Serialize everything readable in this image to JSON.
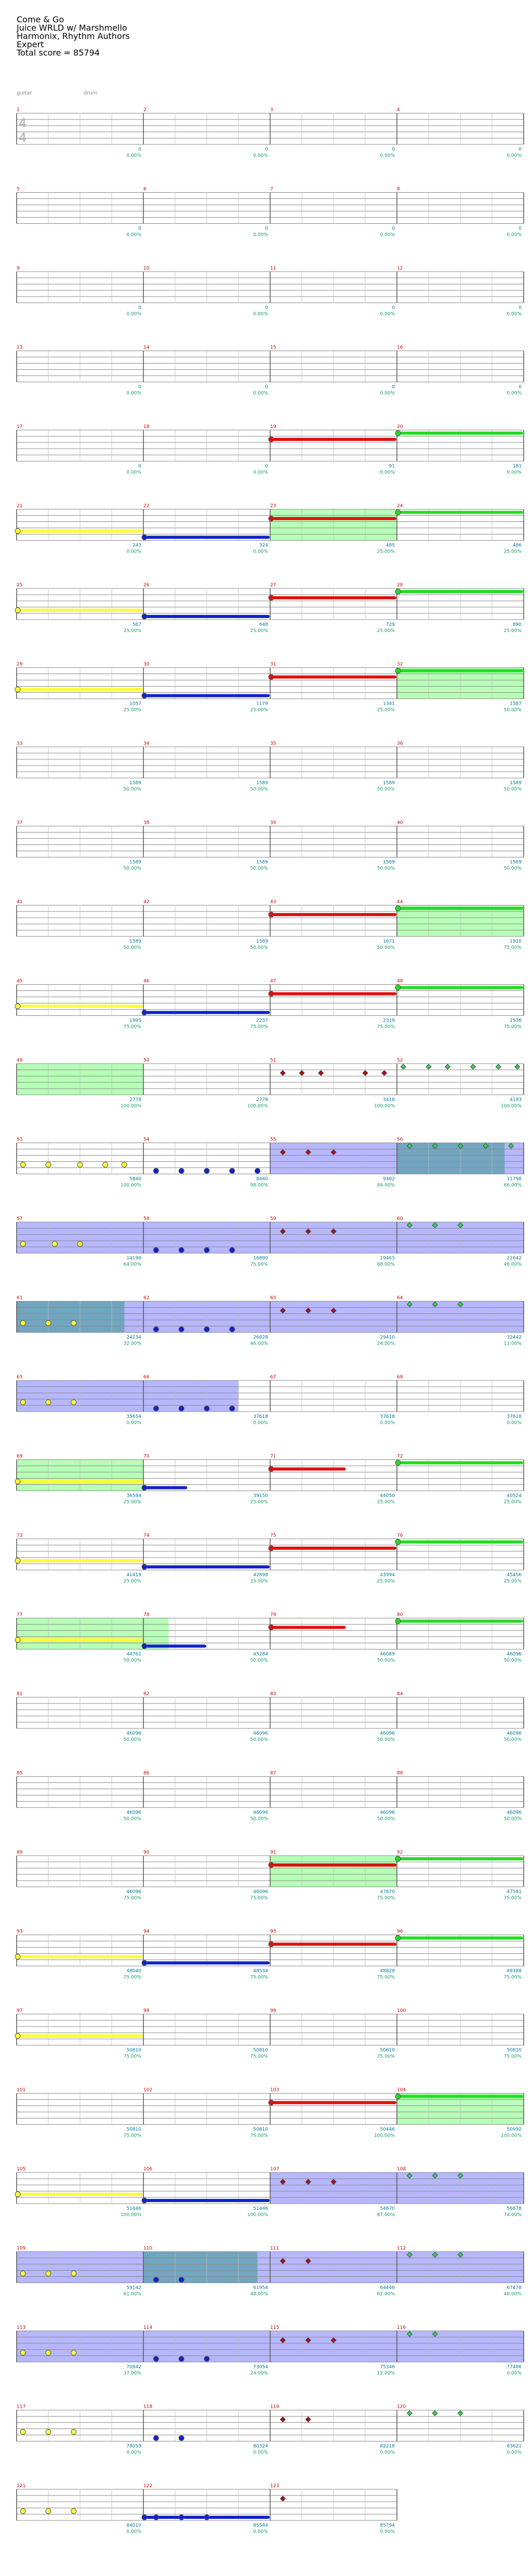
{
  "header": {
    "title": "Come & Go",
    "artist": "Juice WRLD w/ Marshmello",
    "authors": "Harmonix, Rhythm Authors",
    "difficulty": "Expert",
    "total_score": "Total score = 85794"
  },
  "legend": {
    "left": "guitar",
    "right": "drum"
  },
  "time_signature": [
    "4",
    "4"
  ],
  "colors": {
    "staff": "#888888",
    "red": "#dd1111",
    "green": "#22dd22",
    "yellow": "#ffff33",
    "blue": "#1122cc",
    "orange": "#ff9900",
    "overdrive_blue": "#aaaaff",
    "overdrive_green": "#aaffaa",
    "overdrive_teal": "#66a3b5",
    "diamond_red": "#aa1122",
    "diamond_green": "#33cc55"
  },
  "rows": [
    {
      "measures": [
        1,
        2,
        3,
        4
      ],
      "scores": [
        "0",
        "0",
        "0",
        "0"
      ],
      "pcts": [
        "0.00%",
        "0.00%",
        "0.00%",
        "0.00%"
      ]
    },
    {
      "measures": [
        5,
        6,
        7,
        8
      ],
      "scores": [
        "0",
        "0",
        "0",
        "0"
      ],
      "pcts": [
        "0.00%",
        "0.00%",
        "0.00%",
        "0.00%"
      ]
    },
    {
      "measures": [
        9,
        10,
        11,
        12
      ],
      "scores": [
        "0",
        "0",
        "0",
        "0"
      ],
      "pcts": [
        "0.00%",
        "0.00%",
        "0.00%",
        "0.00%"
      ]
    },
    {
      "measures": [
        13,
        14,
        15,
        16
      ],
      "scores": [
        "0",
        "0",
        "0",
        "0"
      ],
      "pcts": [
        "0.00%",
        "0.00%",
        "0.00%",
        "0.00%"
      ]
    },
    {
      "measures": [
        17,
        18,
        19,
        20
      ],
      "scores": [
        "0",
        "0",
        "91",
        "181"
      ],
      "pcts": [
        "0.00%",
        "0.00%",
        "0.00%",
        "0.00%"
      ]
    },
    {
      "measures": [
        21,
        22,
        23,
        24
      ],
      "scores": [
        "243",
        "324",
        "485",
        "486"
      ],
      "pcts": [
        "0.00%",
        "0.00%",
        "25.00%",
        "25.00%"
      ]
    },
    {
      "measures": [
        25,
        26,
        27,
        28
      ],
      "scores": [
        "567",
        "648",
        "729",
        "890"
      ],
      "pcts": [
        "25.00%",
        "25.00%",
        "25.00%",
        "25.00%"
      ]
    },
    {
      "measures": [
        29,
        30,
        31,
        32
      ],
      "scores": [
        "1057",
        "1179",
        "1341",
        "1587"
      ],
      "pcts": [
        "25.00%",
        "25.00%",
        "25.00%",
        "50.00%"
      ]
    },
    {
      "measures": [
        33,
        34,
        35,
        36
      ],
      "scores": [
        "1589",
        "1589",
        "1589",
        "1589"
      ],
      "pcts": [
        "50.00%",
        "50.00%",
        "50.00%",
        "50.00%"
      ]
    },
    {
      "measures": [
        37,
        38,
        39,
        40
      ],
      "scores": [
        "1589",
        "1589",
        "1589",
        "1589"
      ],
      "pcts": [
        "50.00%",
        "50.00%",
        "50.00%",
        "50.00%"
      ]
    },
    {
      "measures": [
        41,
        42,
        43,
        44
      ],
      "scores": [
        "1589",
        "1589",
        "1671",
        "1910"
      ],
      "pcts": [
        "50.00%",
        "50.00%",
        "50.00%",
        "75.00%"
      ]
    },
    {
      "measures": [
        45,
        46,
        47,
        48
      ],
      "scores": [
        "1995",
        "2237",
        "2319",
        "2536"
      ],
      "pcts": [
        "75.00%",
        "75.00%",
        "75.00%",
        "75.00%"
      ]
    },
    {
      "measures": [
        49,
        50,
        51,
        52
      ],
      "scores": [
        "2778",
        "2778",
        "3418",
        "4193"
      ],
      "pcts": [
        "100.00%",
        "100.00%",
        "100.00%",
        "100.00%"
      ]
    },
    {
      "measures": [
        53,
        54,
        55,
        56
      ],
      "scores": [
        "5840",
        "8440",
        "9482",
        "11798"
      ],
      "pcts": [
        "100.00%",
        "98.00%",
        "84.00%",
        "66.00%"
      ]
    },
    {
      "measures": [
        57,
        58,
        59,
        60
      ],
      "scores": [
        "14199",
        "16890",
        "19465",
        "21642"
      ],
      "pcts": [
        "64.00%",
        "75.00%",
        "68.00%",
        "46.00%"
      ]
    },
    {
      "measures": [
        61,
        62,
        63,
        64
      ],
      "scores": [
        "24234",
        "26828",
        "29410",
        "32442"
      ],
      "pcts": [
        "32.00%",
        "46.00%",
        "24.00%",
        "11.00%"
      ]
    },
    {
      "measures": [
        65,
        66,
        67,
        68
      ],
      "scores": [
        "35654",
        "37618",
        "37618",
        "37618"
      ],
      "pcts": [
        "0.00%",
        "0.00%",
        "0.00%",
        "0.00%"
      ]
    },
    {
      "measures": [
        69,
        70,
        71,
        72
      ],
      "scores": [
        "36584",
        "39150",
        "44050",
        "40524"
      ],
      "pcts": [
        "25.00%",
        "25.00%",
        "25.00%",
        "25.00%"
      ]
    },
    {
      "measures": [
        73,
        74,
        75,
        76
      ],
      "scores": [
        "41419",
        "42898",
        "43994",
        "45456"
      ],
      "pcts": [
        "25.00%",
        "25.00%",
        "25.00%",
        "25.00%"
      ]
    },
    {
      "measures": [
        77,
        78,
        79,
        80
      ],
      "scores": [
        "44761",
        "45284",
        "46089",
        "46096"
      ],
      "pcts": [
        "50.00%",
        "50.00%",
        "50.00%",
        "50.00%"
      ]
    },
    {
      "measures": [
        81,
        82,
        83,
        84
      ],
      "scores": [
        "46096",
        "46096",
        "46096",
        "46096"
      ],
      "pcts": [
        "50.00%",
        "50.00%",
        "50.00%",
        "50.00%"
      ]
    },
    {
      "measures": [
        85,
        86,
        87,
        88
      ],
      "scores": [
        "46096",
        "46096",
        "46096",
        "46096"
      ],
      "pcts": [
        "50.00%",
        "50.00%",
        "50.00%",
        "50.00%"
      ]
    },
    {
      "measures": [
        89,
        90,
        91,
        92
      ],
      "scores": [
        "46096",
        "46096",
        "47870",
        "47581"
      ],
      "pcts": [
        "75.00%",
        "75.00%",
        "75.00%",
        "75.00%"
      ]
    },
    {
      "measures": [
        93,
        94,
        95,
        96
      ],
      "scores": [
        "48040",
        "48534",
        "48828",
        "49388"
      ],
      "pcts": [
        "75.00%",
        "75.00%",
        "75.00%",
        "75.00%"
      ]
    },
    {
      "measures": [
        97,
        98,
        99,
        100
      ],
      "scores": [
        "50810",
        "50810",
        "50810",
        "50810"
      ],
      "pcts": [
        "75.00%",
        "75.00%",
        "75.00%",
        "75.00%"
      ]
    },
    {
      "measures": [
        101,
        102,
        103,
        104
      ],
      "scores": [
        "50810",
        "50810",
        "50446",
        "50992"
      ],
      "pcts": [
        "75.00%",
        "75.00%",
        "100.00%",
        "100.00%"
      ]
    },
    {
      "measures": [
        105,
        106,
        107,
        108
      ],
      "scores": [
        "51446",
        "51446",
        "54870",
        "56878"
      ],
      "pcts": [
        "100.00%",
        "100.00%",
        "87.00%",
        "74.00%"
      ]
    },
    {
      "measures": [
        109,
        110,
        111,
        112
      ],
      "scores": [
        "59142",
        "61954",
        "64446",
        "67478"
      ],
      "pcts": [
        "61.00%",
        "48.00%",
        "62.00%",
        "48.00%"
      ]
    },
    {
      "measures": [
        113,
        114,
        115,
        116
      ],
      "scores": [
        "70942",
        "73054",
        "75346",
        "77486"
      ],
      "pcts": [
        "37.00%",
        "24.00%",
        "12.00%",
        "0.00%"
      ]
    },
    {
      "measures": [
        117,
        118,
        119,
        120
      ],
      "scores": [
        "78059",
        "80324",
        "82218",
        "83621"
      ],
      "pcts": [
        "0.00%",
        "0.00%",
        "0.00%",
        "0.00%"
      ]
    },
    {
      "measures": [
        121,
        122,
        123
      ],
      "scores": [
        "84010",
        "85544",
        "85794"
      ],
      "pcts": [
        "0.00%",
        "0.00%",
        "0.00%"
      ]
    }
  ]
}
